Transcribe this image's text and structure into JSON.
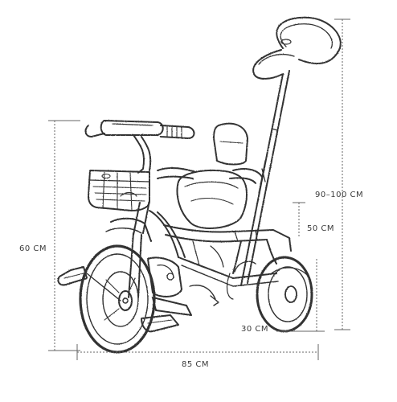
{
  "dimensions": {
    "total_height": "90–100 CM",
    "front_height": "60 CM",
    "seat_height": "50 CM",
    "wheel_height": "30 CM",
    "length": "85 CM"
  },
  "colors": {
    "ink": "#333333",
    "dim_line": "#666666",
    "background": "#ffffff"
  }
}
